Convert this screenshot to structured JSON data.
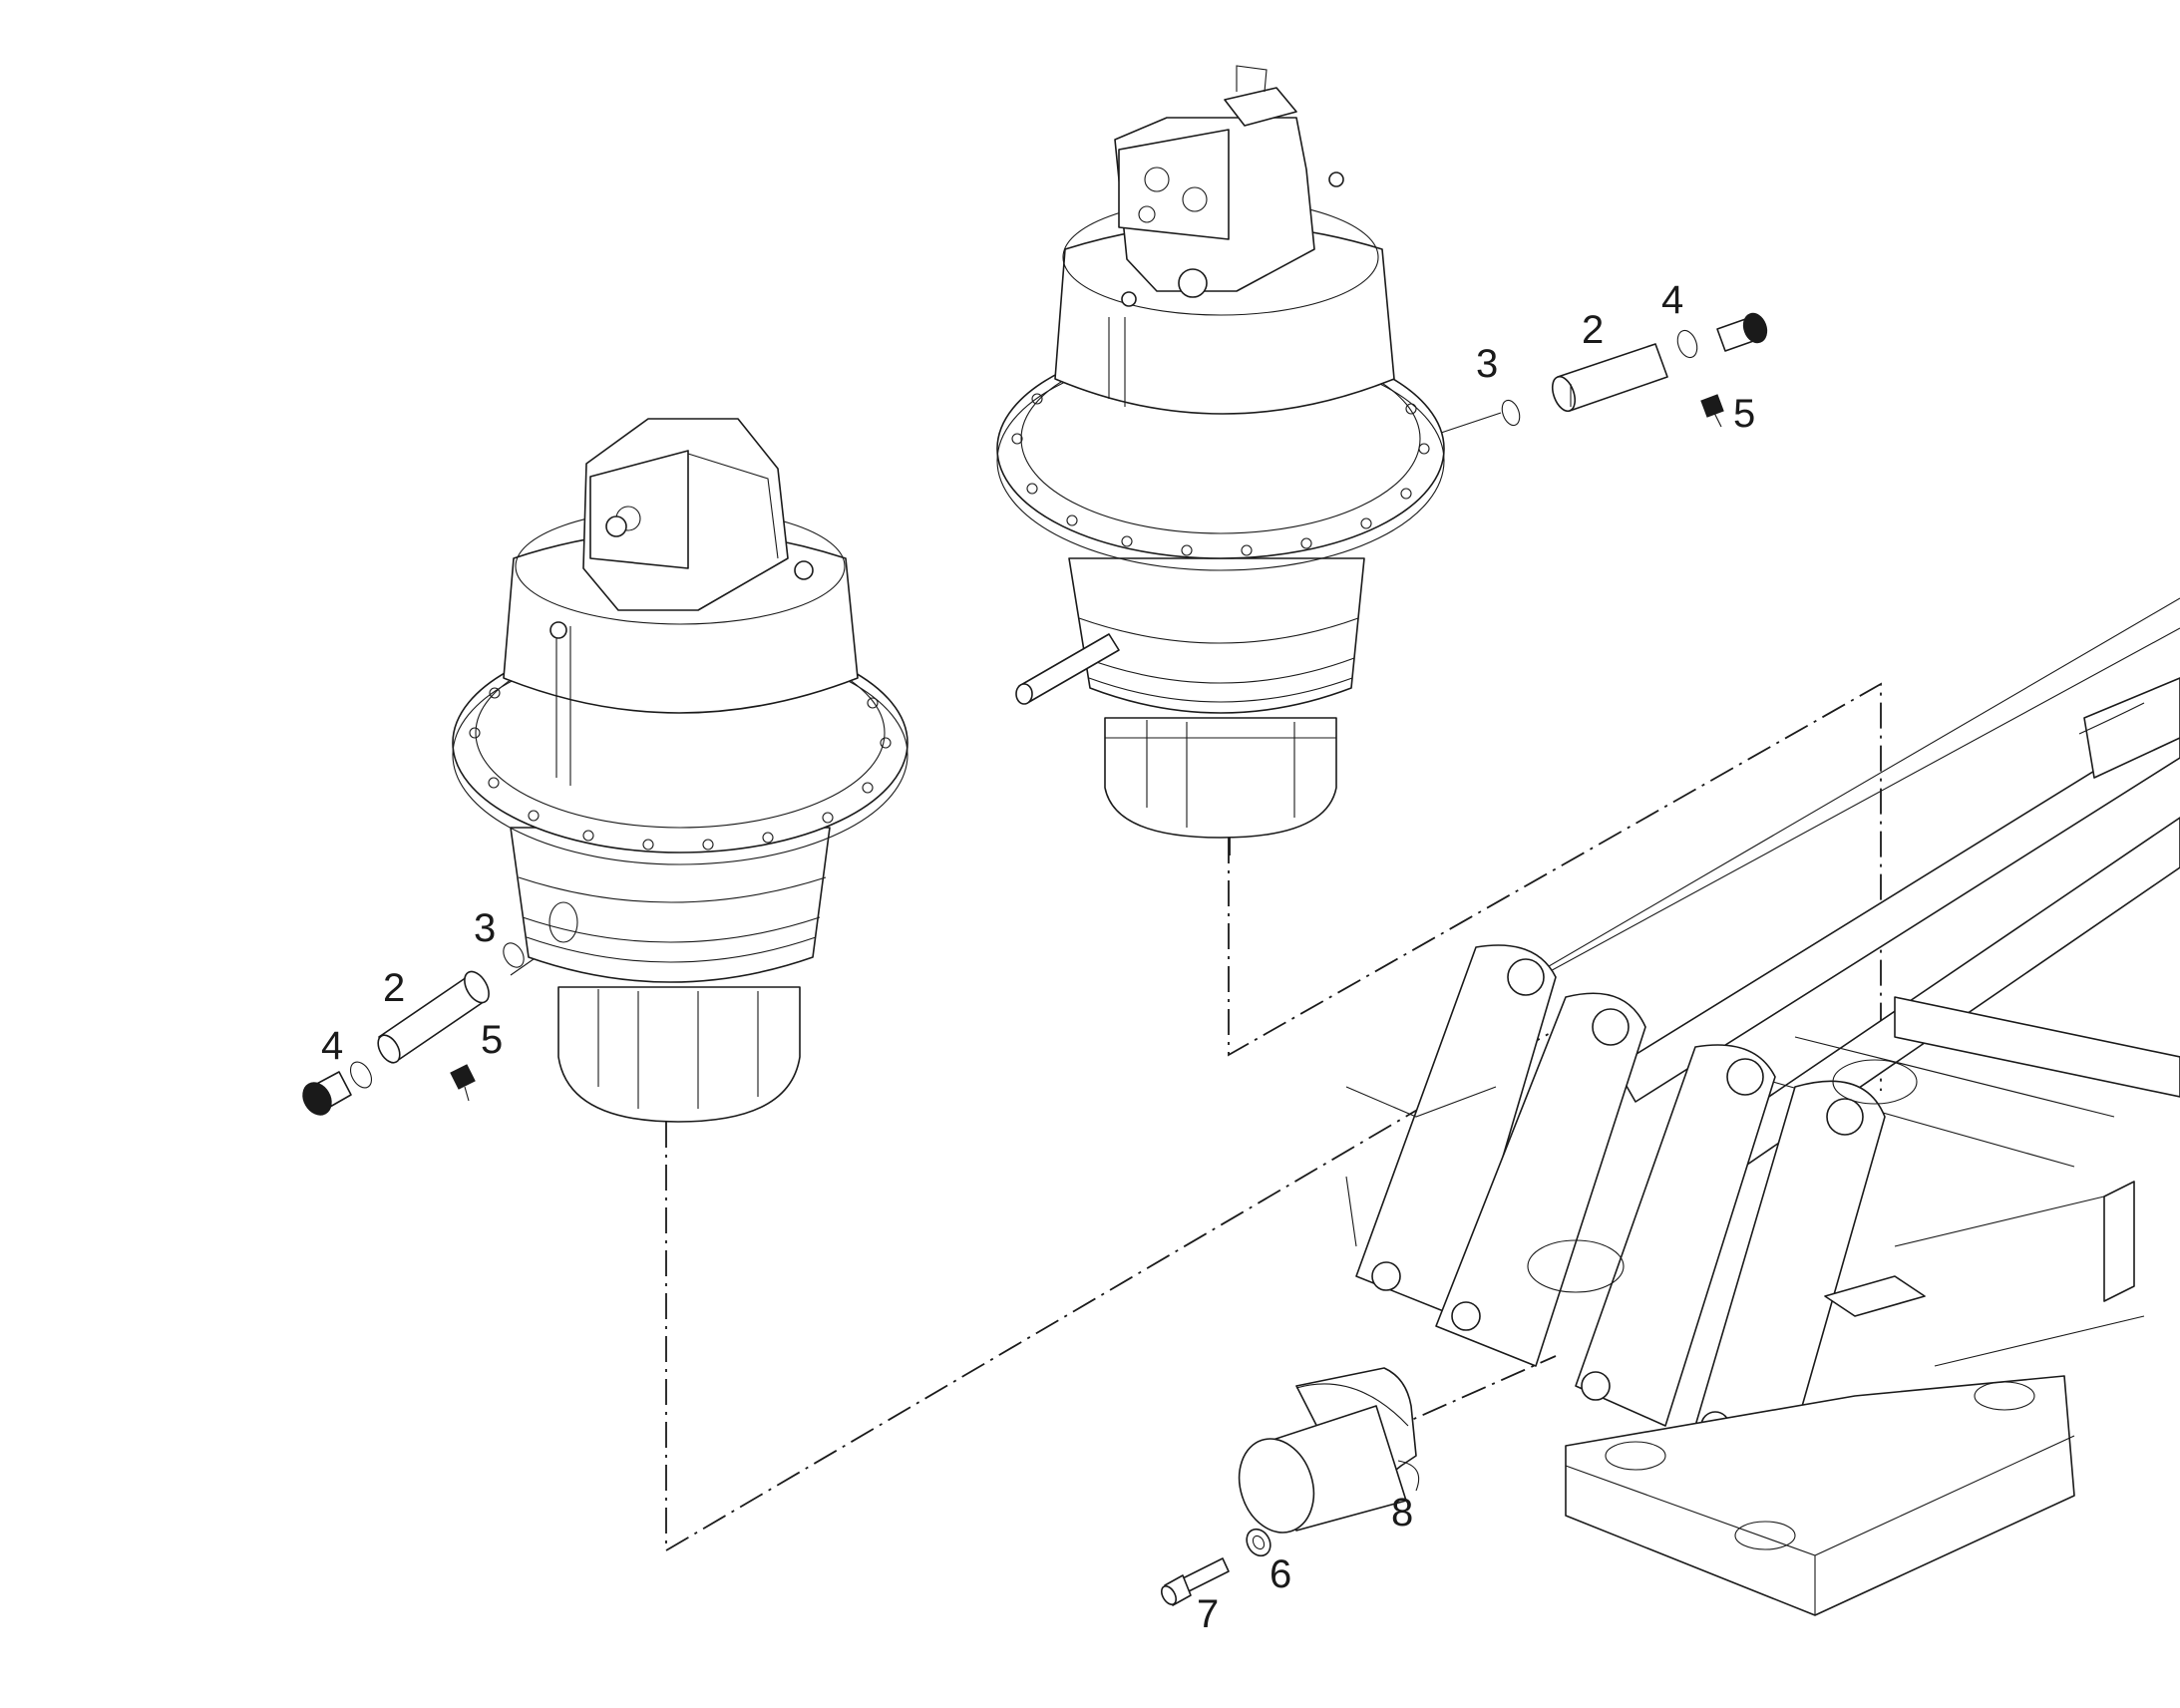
{
  "callouts": {
    "right_motor": {
      "n2": "2",
      "n3": "3",
      "n4": "4",
      "n5": "5"
    },
    "left_motor": {
      "n2": "2",
      "n3": "3",
      "n4": "4",
      "n5": "5"
    },
    "frame_mount": {
      "n6": "6",
      "n7": "7",
      "n8": "8"
    }
  }
}
